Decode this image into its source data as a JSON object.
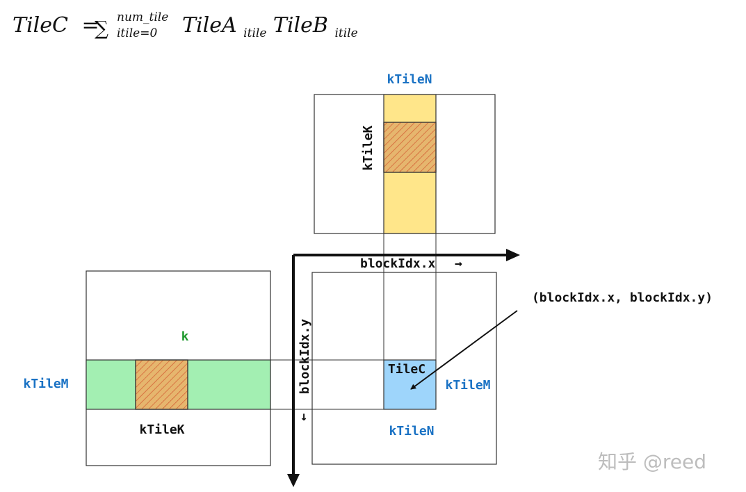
{
  "formula": {
    "lhs": "TileC",
    "equals": "=",
    "sum_symbol": "∑",
    "sum_upper": "num_tile",
    "sum_lower": "itile=0",
    "term_a": "TileA",
    "term_a_sub": "itile",
    "term_b": "TileB",
    "term_b_sub": "itile"
  },
  "matrix_b": {
    "top_label": "kTileN",
    "side_label": "kTileK"
  },
  "matrix_a": {
    "k_label": "k",
    "side_label": "kTileM",
    "bottom_label": "kTileK"
  },
  "matrix_c": {
    "tile_label": "TileC",
    "right_label": "kTileM",
    "bottom_label": "kTileN"
  },
  "axes": {
    "x_label": "blockIdx.x",
    "x_arrow": "→",
    "y_label": "blockIdx.y",
    "y_arrow": "↓"
  },
  "annotation": {
    "text": "(blockIdx.x, blockIdx.y)"
  },
  "watermark": {
    "text": "知乎 @reed"
  },
  "colors": {
    "yellow_band": "#ffe68a",
    "green_band": "#a3efb2",
    "blue_tile": "#9ed5fb",
    "hatch_tile": "#e6b66e",
    "hatch_line": "#d0502a",
    "label_blue": "#1a72c4",
    "label_green": "#1f9a2e"
  }
}
